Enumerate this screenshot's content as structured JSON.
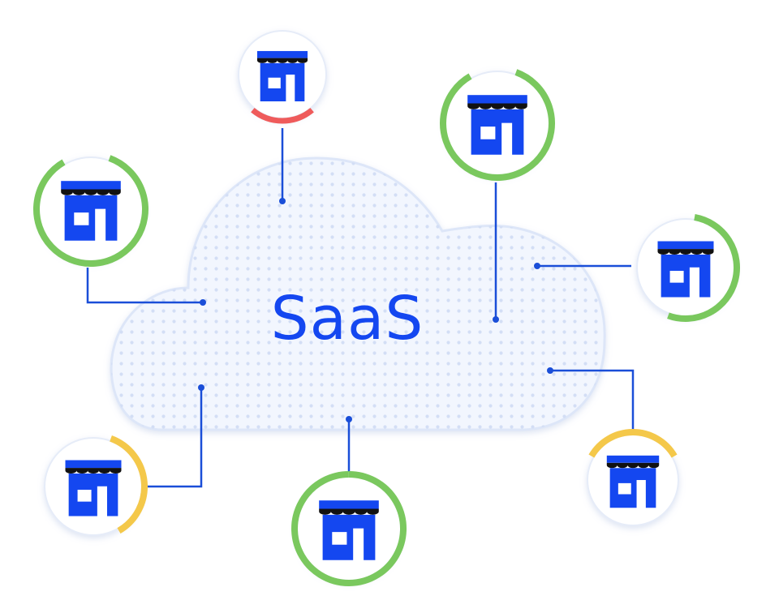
{
  "center_label": "SaaS",
  "colors": {
    "primary_blue": "#1447f0",
    "awning_black": "#111111",
    "connector_blue": "#1a4ed8",
    "cloud_fill": "#f2f6fe",
    "cloud_stroke": "#dde6f8",
    "cloud_dot": "#d3def5",
    "node_bg": "#ffffff",
    "node_stroke": "#e6ecf8",
    "status_green": "#7ac85e",
    "status_yellow": "#f4c84a",
    "status_red": "#ef5b5b"
  },
  "stores": [
    {
      "id": "top",
      "icon": "storefront-icon",
      "status": "red",
      "level": 0.12
    },
    {
      "id": "left",
      "icon": "storefront-icon",
      "status": "green",
      "level": 0.85
    },
    {
      "id": "top-right",
      "icon": "storefront-icon",
      "status": "green",
      "level": 0.85
    },
    {
      "id": "right",
      "icon": "storefront-icon",
      "status": "green",
      "level": 0.6
    },
    {
      "id": "bottom-left",
      "icon": "storefront-icon",
      "status": "yellow",
      "level": 0.3
    },
    {
      "id": "bottom",
      "icon": "storefront-icon",
      "status": "green",
      "level": 1.0
    },
    {
      "id": "bottom-right",
      "icon": "storefront-icon",
      "status": "yellow",
      "level": 0.33
    }
  ]
}
